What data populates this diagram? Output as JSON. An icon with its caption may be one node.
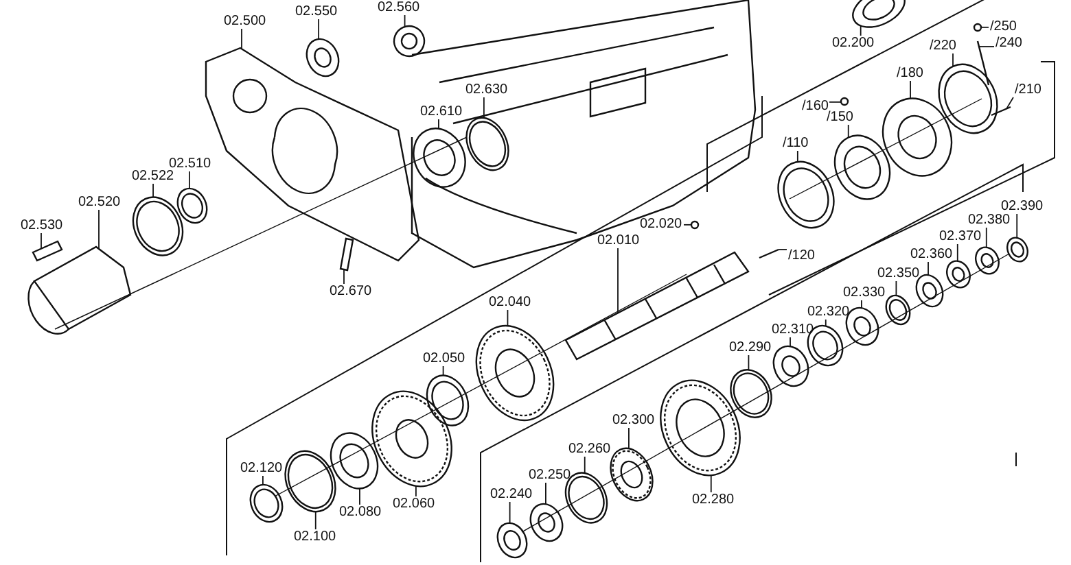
{
  "diagram": {
    "nodes": [
      {
        "text": [
          "02.500"
        ]
      },
      {
        "text": [
          "02.550"
        ]
      },
      {
        "text": [
          "02.560"
        ]
      },
      {
        "text": [
          "02.610"
        ]
      },
      {
        "text": [
          "02.630"
        ]
      },
      {
        "text": [
          "02.510"
        ]
      },
      {
        "text": [
          "02.522"
        ]
      },
      {
        "text": [
          "02.520"
        ]
      },
      {
        "text": [
          "02.530"
        ]
      },
      {
        "text": [
          "02.670"
        ]
      },
      {
        "text": [
          "02.200"
        ]
      },
      {
        "text": [
          "/250"
        ]
      },
      {
        "text": [
          "/240"
        ]
      },
      {
        "text": [
          "/220"
        ]
      },
      {
        "text": [
          "/210"
        ]
      },
      {
        "text": [
          "/180"
        ]
      },
      {
        "text": [
          "/160"
        ]
      },
      {
        "text": [
          "/150"
        ]
      },
      {
        "text": [
          "/110"
        ]
      },
      {
        "text": [
          "/120"
        ]
      },
      {
        "text": [
          "02.020"
        ]
      },
      {
        "text": [
          "02.010"
        ]
      },
      {
        "text": [
          "02.040"
        ]
      },
      {
        "text": [
          "02.050"
        ]
      },
      {
        "text": [
          "02.060"
        ]
      },
      {
        "text": [
          "02.080"
        ]
      },
      {
        "text": [
          "02.100"
        ]
      },
      {
        "text": [
          "02.120"
        ]
      },
      {
        "text": [
          "02.390"
        ]
      },
      {
        "text": [
          "02.380"
        ]
      },
      {
        "text": [
          "02.370"
        ]
      },
      {
        "text": [
          "02.360"
        ]
      },
      {
        "text": [
          "02.350"
        ]
      },
      {
        "text": [
          "02.330"
        ]
      },
      {
        "text": [
          "02.320"
        ]
      },
      {
        "text": [
          "02.310"
        ]
      },
      {
        "text": [
          "02.290"
        ]
      },
      {
        "text": [
          "02.300"
        ]
      },
      {
        "text": [
          "02.260"
        ]
      },
      {
        "text": [
          "02.250"
        ]
      },
      {
        "text": [
          "02.240"
        ]
      },
      {
        "text": [
          "02.280"
        ]
      },
      {
        "text": [],
        "shape": "picture"
      },
      {
        "text": [],
        "shape": "picture"
      },
      {
        "text": [],
        "shape": "picture"
      },
      {
        "text": [],
        "shape": "picture"
      },
      {
        "text": [],
        "shape": "picture"
      },
      {
        "text": [],
        "shape": "picture"
      },
      {
        "text": [],
        "shape": "picture"
      },
      {
        "text": [],
        "shape": "picture"
      },
      {
        "text": [],
        "shape": "picture"
      },
      {
        "text": [],
        "shape": "picture"
      },
      {
        "text": [],
        "shape": "picture"
      },
      {
        "text": [],
        "shape": "circle"
      },
      {
        "text": [],
        "shape": "picture"
      },
      {
        "text": [],
        "shape": "picture"
      },
      {
        "text": [],
        "shape": "picture"
      },
      {
        "text": [],
        "shape": "picture"
      },
      {
        "text": [],
        "shape": "circle"
      },
      {
        "text": [],
        "shape": "picture"
      },
      {
        "text": [],
        "shape": "picture"
      },
      {
        "text": [],
        "shape": "picture"
      },
      {
        "text": [],
        "shape": "circle"
      },
      {
        "text": [],
        "shape": "picture"
      },
      {
        "text": [],
        "shape": "picture"
      },
      {
        "text": [],
        "shape": "picture"
      },
      {
        "text": [],
        "shape": "picture"
      },
      {
        "text": [],
        "shape": "picture"
      },
      {
        "text": [],
        "shape": "picture"
      },
      {
        "text": [],
        "shape": "picture"
      },
      {
        "text": [],
        "shape": "picture"
      },
      {
        "text": [],
        "shape": "picture"
      },
      {
        "text": [],
        "shape": "picture"
      },
      {
        "text": [],
        "shape": "picture"
      },
      {
        "text": [],
        "shape": "picture"
      },
      {
        "text": [],
        "shape": "picture"
      },
      {
        "text": [],
        "shape": "picture"
      },
      {
        "text": [],
        "shape": "picture"
      },
      {
        "text": [],
        "shape": "picture"
      },
      {
        "text": [],
        "shape": "picture"
      },
      {
        "text": [],
        "shape": "picture"
      },
      {
        "text": [],
        "shape": "picture"
      },
      {
        "text": [],
        "shape": "picture"
      },
      {
        "text": [],
        "shape": "picture"
      }
    ],
    "edges": [
      {
        "from": 0,
        "to": 42,
        "arrow": "none"
      },
      {
        "from": 1,
        "to": 43,
        "arrow": "none"
      },
      {
        "from": 2,
        "to": 44,
        "arrow": "none"
      },
      {
        "from": 3,
        "to": 45,
        "arrow": "none"
      },
      {
        "from": 4,
        "to": 46,
        "arrow": "none"
      },
      {
        "from": 5,
        "to": 47,
        "arrow": "none"
      },
      {
        "from": 6,
        "to": 48,
        "arrow": "none"
      },
      {
        "from": 7,
        "to": 49,
        "arrow": "none"
      },
      {
        "from": 8,
        "to": 50,
        "arrow": "none"
      },
      {
        "from": 9,
        "to": 51,
        "arrow": "none"
      },
      {
        "from": 10,
        "to": 52,
        "arrow": "none"
      },
      {
        "from": 11,
        "to": 53,
        "arrow": "none"
      },
      {
        "from": 12,
        "to": 54,
        "arrow": "none"
      },
      {
        "from": 13,
        "to": 55,
        "arrow": "none"
      },
      {
        "from": 14,
        "to": 56,
        "arrow": "none"
      },
      {
        "from": 15,
        "to": 57,
        "arrow": "none"
      },
      {
        "from": 16,
        "to": 58,
        "arrow": "none"
      },
      {
        "from": 17,
        "to": 59,
        "arrow": "none"
      },
      {
        "from": 18,
        "to": 60,
        "arrow": "none"
      },
      {
        "from": 19,
        "to": 61,
        "arrow": "none"
      },
      {
        "from": 20,
        "to": 62,
        "arrow": "none"
      },
      {
        "from": 21,
        "to": 63,
        "arrow": "none"
      },
      {
        "from": 22,
        "to": 64,
        "arrow": "none"
      },
      {
        "from": 23,
        "to": 65,
        "arrow": "none"
      },
      {
        "from": 24,
        "to": 66,
        "arrow": "none"
      },
      {
        "from": 25,
        "to": 67,
        "arrow": "none"
      },
      {
        "from": 26,
        "to": 68,
        "arrow": "none"
      },
      {
        "from": 27,
        "to": 69,
        "arrow": "none"
      },
      {
        "from": 28,
        "to": 70,
        "arrow": "none"
      },
      {
        "from": 29,
        "to": 71,
        "arrow": "none"
      },
      {
        "from": 30,
        "to": 72,
        "arrow": "none"
      },
      {
        "from": 31,
        "to": 73,
        "arrow": "none"
      },
      {
        "from": 32,
        "to": 74,
        "arrow": "none"
      },
      {
        "from": 33,
        "to": 75,
        "arrow": "none"
      },
      {
        "from": 34,
        "to": 76,
        "arrow": "none"
      },
      {
        "from": 35,
        "to": 77,
        "arrow": "none"
      },
      {
        "from": 36,
        "to": 78,
        "arrow": "none"
      },
      {
        "from": 37,
        "to": 79,
        "arrow": "none"
      },
      {
        "from": 38,
        "to": 80,
        "arrow": "none"
      },
      {
        "from": 39,
        "to": 81,
        "arrow": "none"
      },
      {
        "from": 40,
        "to": 82,
        "arrow": "none"
      },
      {
        "from": 41,
        "to": 83,
        "arrow": "none"
      }
    ]
  }
}
